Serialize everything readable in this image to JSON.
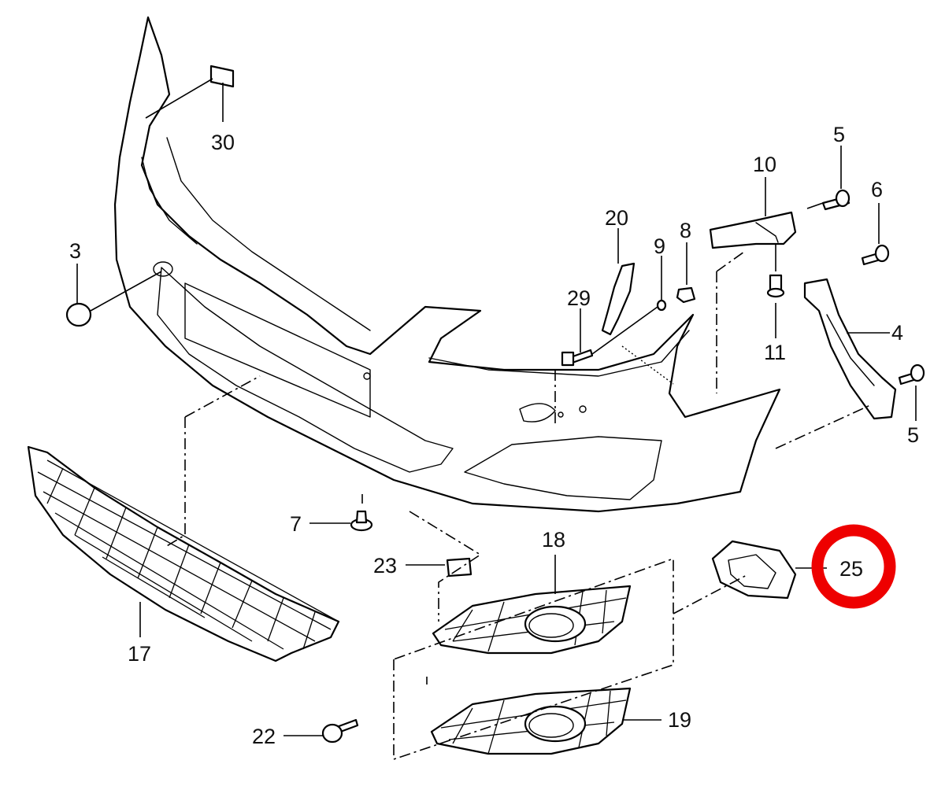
{
  "callouts": [
    {
      "id": "p3",
      "text": "3"
    },
    {
      "id": "p4",
      "text": "4"
    },
    {
      "id": "p5a",
      "text": "5"
    },
    {
      "id": "p5b",
      "text": "5"
    },
    {
      "id": "p6",
      "text": "6"
    },
    {
      "id": "p7",
      "text": "7"
    },
    {
      "id": "p8",
      "text": "8"
    },
    {
      "id": "p9",
      "text": "9"
    },
    {
      "id": "p10",
      "text": "10"
    },
    {
      "id": "p11",
      "text": "11"
    },
    {
      "id": "p17",
      "text": "17"
    },
    {
      "id": "p18",
      "text": "18"
    },
    {
      "id": "p19",
      "text": "19"
    },
    {
      "id": "p20",
      "text": "20"
    },
    {
      "id": "p22",
      "text": "22"
    },
    {
      "id": "p23",
      "text": "23"
    },
    {
      "id": "p25",
      "text": "25"
    },
    {
      "id": "p29",
      "text": "29"
    },
    {
      "id": "p30",
      "text": "30"
    }
  ],
  "highlight": {
    "part": "25",
    "color": "#ee0000"
  }
}
